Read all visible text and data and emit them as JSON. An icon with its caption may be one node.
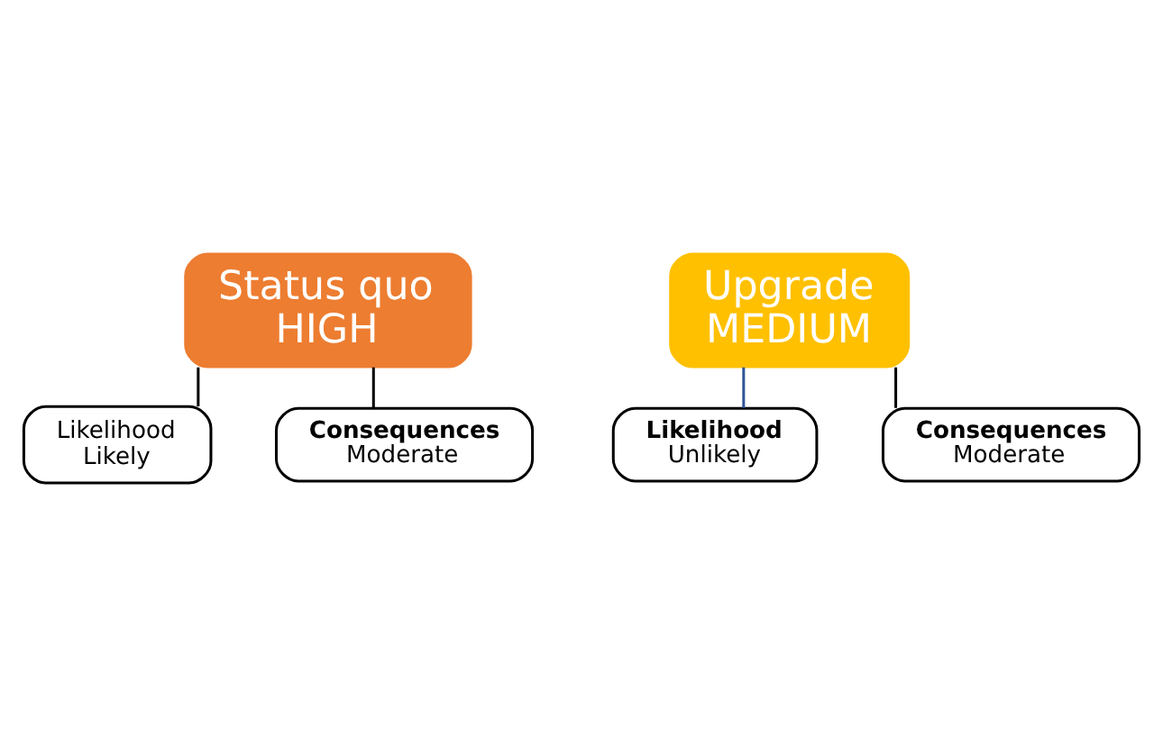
{
  "diagram": {
    "nodes": [
      {
        "text": [
          "Status quo",
          "HIGH"
        ]
      },
      {
        "text": [
          "Likelihood",
          "Likely"
        ]
      },
      {
        "text": [
          "Consequences",
          "Moderate"
        ]
      },
      {
        "text": [
          "Upgrade",
          "MEDIUM"
        ]
      },
      {
        "text": [
          "Likelihood",
          "Unlikely"
        ]
      },
      {
        "text": [
          "Consequences",
          "Moderate"
        ]
      }
    ],
    "edges": [
      {
        "from": 0,
        "to": 1,
        "arrow": "none"
      },
      {
        "from": 0,
        "to": 2,
        "arrow": "none"
      },
      {
        "from": 3,
        "to": 4,
        "arrow": "none",
        "color": "#2f5597"
      },
      {
        "from": 3,
        "to": 5,
        "arrow": "none"
      }
    ]
  }
}
